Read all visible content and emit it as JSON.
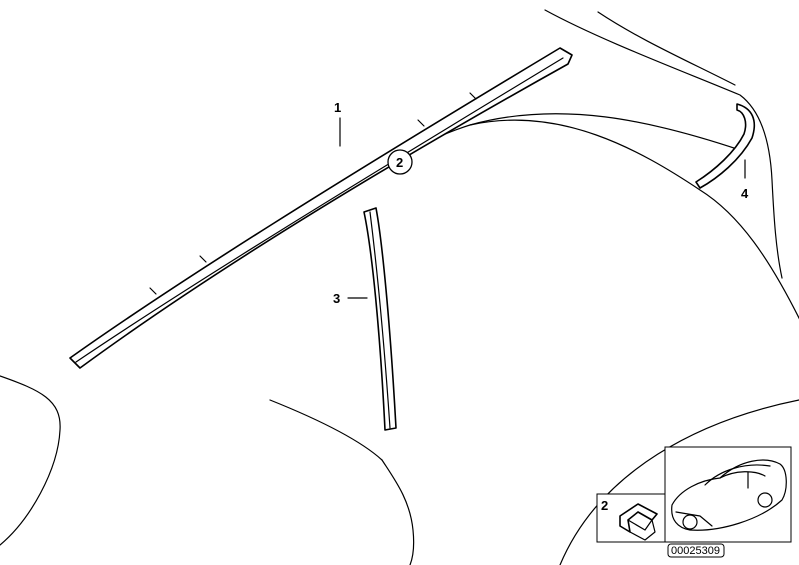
{
  "callouts": {
    "roof_molding": "1",
    "circled_part": "2",
    "pillar_trim": "3",
    "rear_trim": "4"
  },
  "inset": {
    "part_label": "2",
    "reference_number": "00025309"
  }
}
